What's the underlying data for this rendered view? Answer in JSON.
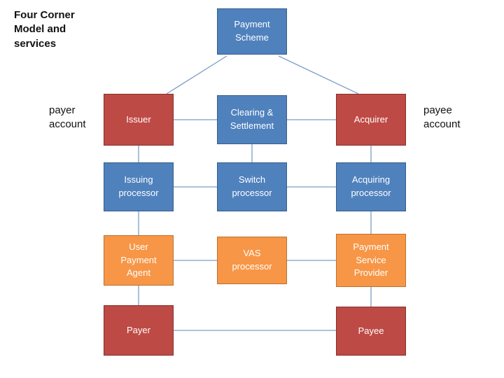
{
  "title": "Four Corner\nModel and\nservices",
  "side_labels": {
    "payer_account": "payer\naccount",
    "payee_account": "payee\naccount"
  },
  "nodes": {
    "payment_scheme": {
      "label": "Payment\nScheme",
      "color": "#4F81BD"
    },
    "issuer": {
      "label": "Issuer",
      "color": "#BE4A45"
    },
    "clearing_settlement": {
      "label": "Clearing &\nSettlement",
      "color": "#4F81BD"
    },
    "acquirer": {
      "label": "Acquirer",
      "color": "#BE4A45"
    },
    "issuing_processor": {
      "label": "Issuing\nprocessor",
      "color": "#4F81BD"
    },
    "switch_processor": {
      "label": "Switch\nprocessor",
      "color": "#4F81BD"
    },
    "acquiring_processor": {
      "label": "Acquiring\nprocessor",
      "color": "#4F81BD"
    },
    "user_payment_agent": {
      "label": "User\nPayment\nAgent",
      "color": "#F79646"
    },
    "vas_processor": {
      "label": "VAS\nprocessor",
      "color": "#F79646"
    },
    "payment_service_provider": {
      "label": "Payment\nService\nProvider",
      "color": "#F79646"
    },
    "payer": {
      "label": "Payer",
      "color": "#BE4A45"
    },
    "payee": {
      "label": "Payee",
      "color": "#BE4A45"
    }
  },
  "colors": {
    "blue_fill": "#4F81BD",
    "blue_border": "#385D8A",
    "red_fill": "#BE4A45",
    "red_border": "#87302C",
    "orange_fill": "#F79646",
    "orange_border": "#BC722F",
    "connector": "#7B9FC7",
    "text_on_box": "#FFFFFF",
    "text_plain": "#111111"
  }
}
